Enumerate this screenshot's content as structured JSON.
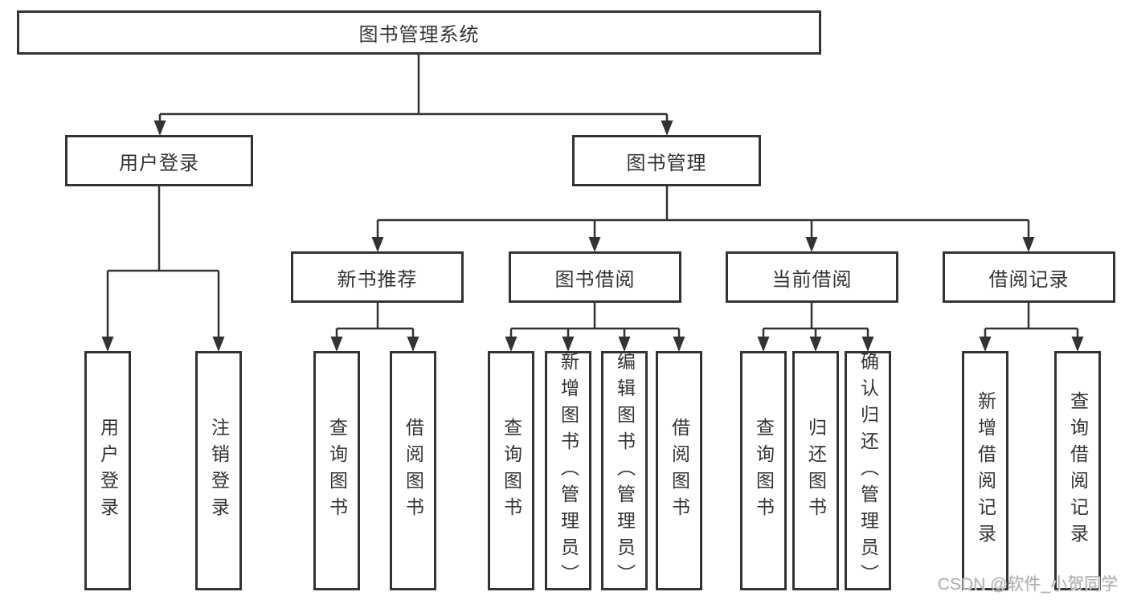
{
  "diagram": {
    "title": "图书管理系统",
    "root": {
      "label": "图书管理系统"
    },
    "level2": {
      "user_login": {
        "label": "用户登录"
      },
      "book_mgmt": {
        "label": "图书管理"
      }
    },
    "level3": {
      "new_book_rec": {
        "label": "新书推荐"
      },
      "book_borrow": {
        "label": "图书借阅"
      },
      "current_borrow": {
        "label": "当前借阅"
      },
      "borrow_records": {
        "label": "借阅记录"
      }
    },
    "leaves": {
      "user_login_leaf": {
        "label": "用户登录"
      },
      "logout": {
        "label": "注销登录"
      },
      "rec_query_book": {
        "label": "查询图书"
      },
      "rec_borrow_book": {
        "label": "借阅图书"
      },
      "bb_query_book": {
        "label": "查询图书"
      },
      "bb_add_book": {
        "label": "新增图书（管理员）"
      },
      "bb_edit_book": {
        "label": "编辑图书（管理员）"
      },
      "bb_borrow_book": {
        "label": "借阅图书"
      },
      "cb_query_book": {
        "label": "查询图书"
      },
      "cb_return_book": {
        "label": "归还图书"
      },
      "cb_confirm_return": {
        "label": "确认归还（管理员）"
      },
      "br_add_record": {
        "label": "新增借阅记录"
      },
      "br_query_record": {
        "label": "查询借阅记录"
      }
    },
    "line_color": "#333333"
  },
  "watermark": {
    "text": "CSDN @软件_小贺同学"
  }
}
